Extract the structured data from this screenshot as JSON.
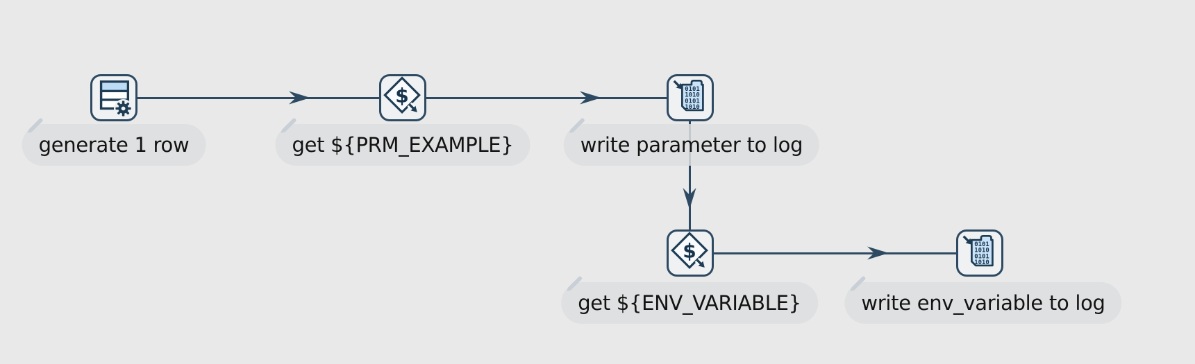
{
  "canvas": {
    "type": "pipeline-canvas",
    "colors": {
      "background": "#e9e9e9",
      "hop_line": "#2d4a62",
      "node_border": "#2d4a62",
      "node_fill": "#eff1f2",
      "label_pill": "#e2e3e4",
      "label_text": "#131313",
      "icon_dark": "#1e3c54",
      "icon_light_blue": "#bcdcf6",
      "doc_fill": "#cbe3f8",
      "pencil_gray": "#c9cfd6"
    },
    "steps": [
      {
        "id": "generate-1-row",
        "label": "generate 1 row",
        "icon": "data-grid-icon"
      },
      {
        "id": "get-prm-example",
        "label": "get ${PRM_EXAMPLE}",
        "icon": "get-variable-icon"
      },
      {
        "id": "write-parameter-to-log",
        "label": "write parameter to log",
        "icon": "write-to-log-icon"
      },
      {
        "id": "get-env-variable",
        "label": "get ${ENV_VARIABLE}",
        "icon": "get-variable-icon"
      },
      {
        "id": "write-env-variable-to-log",
        "label": "write env_variable to log",
        "icon": "write-to-log-icon"
      }
    ],
    "hops": [
      {
        "from": "generate-1-row",
        "to": "get-prm-example"
      },
      {
        "from": "get-prm-example",
        "to": "write-parameter-to-log"
      },
      {
        "from": "write-parameter-to-log",
        "to": "get-env-variable"
      },
      {
        "from": "get-env-variable",
        "to": "write-env-variable-to-log"
      }
    ],
    "variable_icon_glyph": "$",
    "binary_rows": [
      "0101",
      "1010",
      "0101",
      "1010"
    ]
  }
}
